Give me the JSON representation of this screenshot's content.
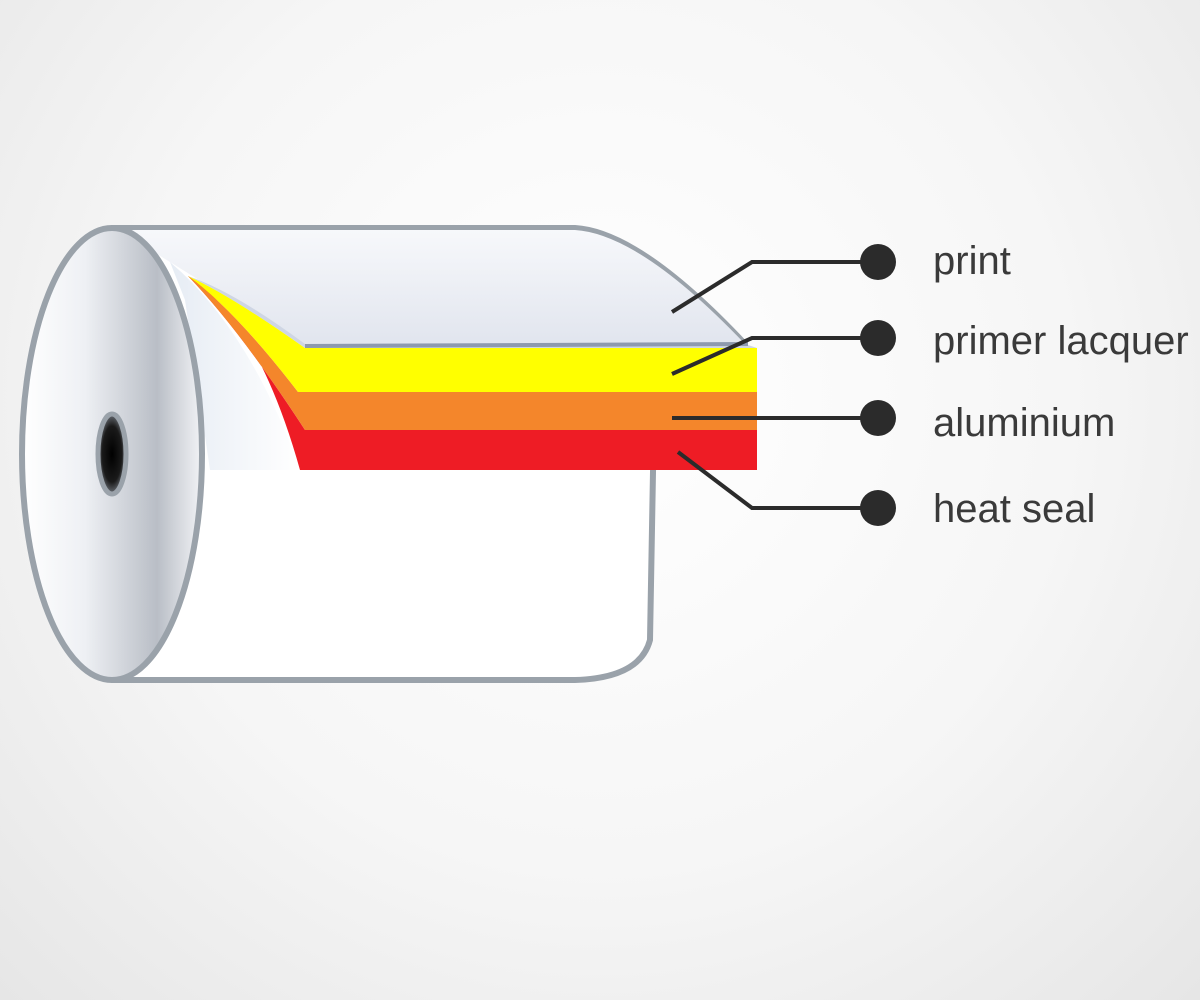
{
  "layers": [
    {
      "id": "print",
      "label": "print",
      "color": "#e4e7ef"
    },
    {
      "id": "primer-lacquer",
      "label": "primer lacquer",
      "color": "#ffff00"
    },
    {
      "id": "aluminium",
      "label": "aluminium",
      "color": "#f4862b"
    },
    {
      "id": "heat-seal",
      "label": "heat seal",
      "color": "#ee1c25"
    }
  ],
  "colors": {
    "outline": "#9aa2aa",
    "leader_line": "#2b2b2b",
    "dot": "#2b2b2b",
    "core": "#111111"
  }
}
